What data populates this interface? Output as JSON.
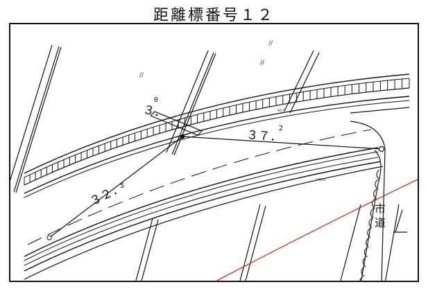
{
  "title": "距離標番号１２",
  "labels": {
    "dist1": "3.0",
    "dist1_main": "３．",
    "dist1_sup": "0",
    "dist2_main": "３７．",
    "dist2_sup": "2",
    "dist3_main": "３２．",
    "dist3_sup": "5",
    "elev1": "42.0",
    "elev2": "440.6",
    "road_char1": "市",
    "road_char2": "道",
    "tick_a": "//",
    "tick_b": "//",
    "tick_c": "//"
  },
  "colors": {
    "line": "#111111",
    "boundary": "#e02020"
  }
}
